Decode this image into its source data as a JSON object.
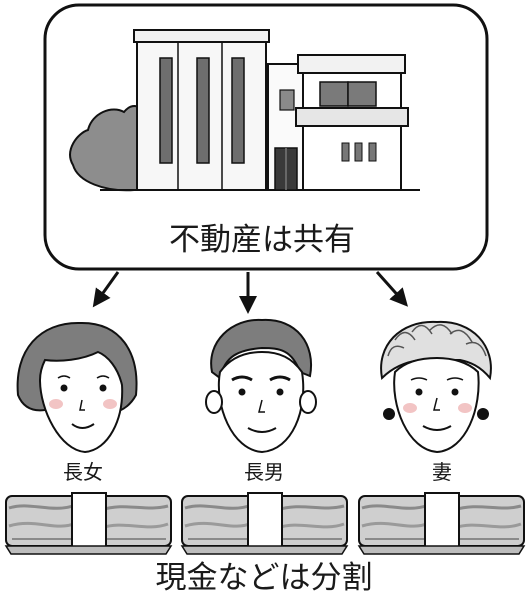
{
  "property": {
    "caption": "不動産は共有",
    "icon": "house-icon"
  },
  "heirs": [
    {
      "label": "長女",
      "icon": "eldest-daughter-icon"
    },
    {
      "label": "長男",
      "icon": "eldest-son-icon"
    },
    {
      "label": "妻",
      "icon": "wife-icon"
    }
  ],
  "cash": {
    "caption": "現金などは分割",
    "icon": "banknote-bundle-icon"
  },
  "colors": {
    "line": "#111111",
    "grey_dark": "#6b6b6b",
    "grey_mid": "#9a9a9a",
    "grey_light": "#d0d0d0",
    "cheek": "#f2c4c4"
  }
}
